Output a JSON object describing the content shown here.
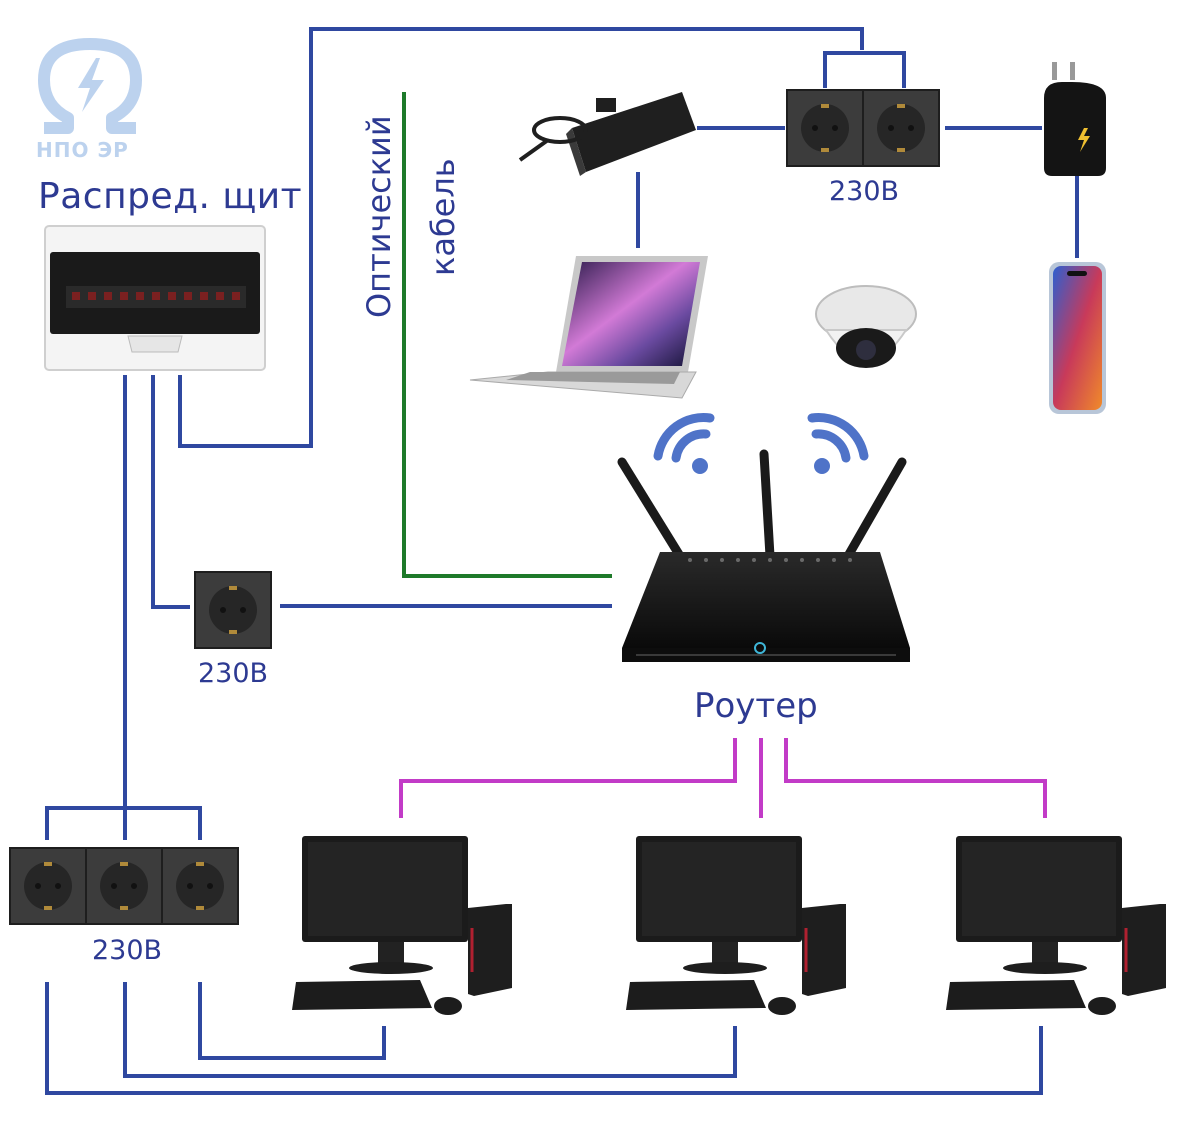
{
  "brand": {
    "name": "НПО ЭР",
    "logo_icon": "omega-lightning-icon"
  },
  "labels": {
    "panel_title": "Распред. щит",
    "optical_line1": "Оптический",
    "optical_line2": "кабель",
    "socket_top": "230В",
    "socket_mid": "230В",
    "socket_bottom": "230В",
    "router": "Роутер"
  },
  "colors": {
    "power_line": "#2f48a0",
    "optical_line": "#1e7a2a",
    "ethernet_line": "#c23bc7",
    "label_text": "#2d3a92"
  },
  "devices": [
    "distribution-panel",
    "power-adapter",
    "double-socket",
    "usb-charger",
    "smartphone",
    "laptop",
    "dome-camera",
    "wifi-router",
    "socket",
    "triple-socket",
    "desktop-pc",
    "desktop-pc",
    "desktop-pc"
  ]
}
